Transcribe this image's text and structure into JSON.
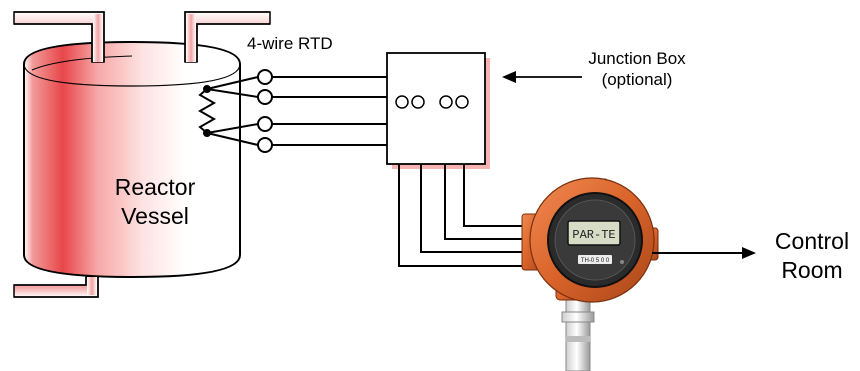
{
  "labels": {
    "rtd": "4-wire RTD",
    "junction_box_line1": "Junction Box",
    "junction_box_line2": "(optional)",
    "vessel_line1": "Reactor",
    "vessel_line2": "Vessel",
    "control_line1": "Control",
    "control_line2": "Room",
    "transmitter_display": "PAR-TE",
    "transmitter_plate": "TH-0 5 0 0"
  },
  "colors": {
    "vessel_shade": "#e8474a",
    "pipe_shade": "#e8474a",
    "transmitter_orange": "#d9632a",
    "transmitter_dark": "#2b2b2b",
    "wire": "#000000"
  }
}
